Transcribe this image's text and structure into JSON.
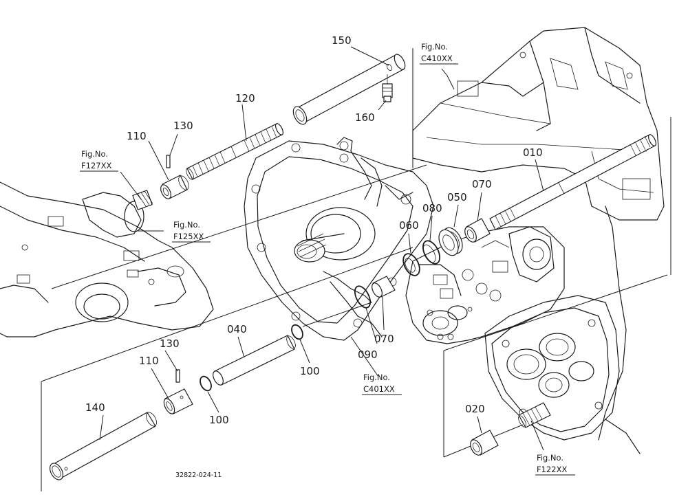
{
  "part_numbers": {
    "p150": "150",
    "p120": "120",
    "p130a": "130",
    "p110a": "110",
    "p160": "160",
    "p010": "010",
    "p070a": "070",
    "p050": "050",
    "p080": "080",
    "p060": "060",
    "p070b": "070",
    "p090": "090",
    "p040": "040",
    "p100a": "100",
    "p130b": "130",
    "p110b": "110",
    "p100b": "100",
    "p140": "140",
    "p020": "020"
  },
  "figure_refs": {
    "c410": {
      "label": "Fig.No.",
      "code": "C410XX"
    },
    "f127": {
      "label": "Fig.No.",
      "code": "F127XX"
    },
    "f125": {
      "label": "Fig.No.",
      "code": "F125XX"
    },
    "c401": {
      "label": "Fig.No.",
      "code": "C401XX"
    },
    "f122": {
      "label": "Fig.No.",
      "code": "F122XX"
    }
  },
  "drawing_code": "32822-024-11",
  "colors": {
    "ink": "#1a1a1a",
    "paper": "#ffffff"
  }
}
